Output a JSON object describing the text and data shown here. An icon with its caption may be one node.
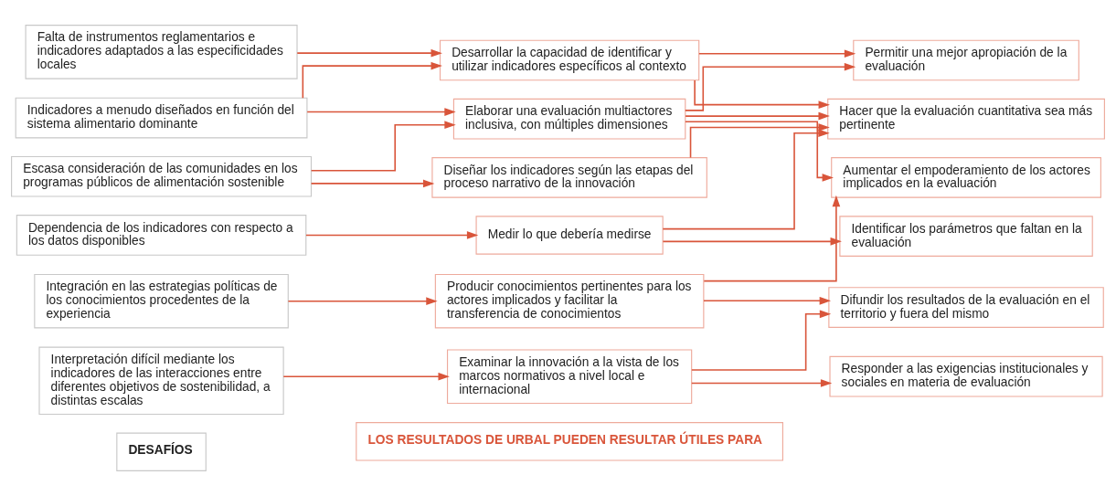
{
  "diagram": {
    "nodes": [
      {
        "text": [
          "DESAFÍOS"
        ]
      },
      {
        "text": [
          "LOS RESULTADOS DE URBAL PUEDEN RESULTAR ÚTILES PARA"
        ]
      },
      {
        "text": [
          "Indicadores a menudo diseñados en función del sistema alimentario dominante"
        ]
      },
      {
        "text": [
          "Falta de instrumentos reglamentarios e indicadores adaptados a las especificidades locales"
        ]
      },
      {
        "text": [
          "Escasa consideración de las comunidades en los programas públicos de alimentación sostenible"
        ]
      },
      {
        "text": [
          "Dependencia de los indicadores con respecto a los datos disponibles"
        ]
      },
      {
        "text": [
          "Integración en las estrategias políticas de los conocimientos procedentes de la experiencia"
        ]
      },
      {
        "text": [
          "Interpretación difícil mediante los indicadores de las interacciones entre diferentes objetivos de sostenibilidad, a distintas escalas"
        ]
      },
      {
        "text": [
          "Desarrollar la capacidad de identificar y utilizar indicadores específicos al contexto"
        ]
      },
      {
        "text": [
          "Elaborar una evaluación multiactores inclusiva, con múltiples dimensiones"
        ]
      },
      {
        "text": [
          "Diseñar los indicadores según las etapas del proceso narrativo de la innovación"
        ]
      },
      {
        "text": [
          "Medir lo que debería medirse"
        ]
      },
      {
        "text": [
          "Producir conocimientos pertinentes para los actores implicados y facilitar la transferencia de conocimientos"
        ]
      },
      {
        "text": [
          "Examinar la innovación a la vista de los marcos normativos a nivel local e internacional"
        ]
      },
      {
        "text": [
          "Hacer que la evaluación cuantitativa sea más pertinente"
        ]
      },
      {
        "text": [
          "Permitir una mejor apropiación de la evaluación"
        ]
      },
      {
        "text": [
          "Aumentar el empoderamiento de los actores implicados en la evaluación"
        ]
      },
      {
        "text": [
          "Identificar los parámetros que faltan en la evaluación"
        ]
      },
      {
        "text": [
          "Difundir los resultados de la evaluación en el territorio y fuera del mismo"
        ]
      },
      {
        "text": [
          "Responder a las exigencias institucionales y sociales en materia de evaluación"
        ]
      }
    ],
    "edges": [
      {
        "from": 2,
        "to": 8,
        "arrow": "to"
      },
      {
        "from": 2,
        "to": 9,
        "arrow": "to"
      },
      {
        "from": 3,
        "to": 8,
        "arrow": "to"
      },
      {
        "from": 4,
        "to": 9,
        "arrow": "to"
      },
      {
        "from": 4,
        "to": 10,
        "arrow": "to"
      },
      {
        "from": 5,
        "to": 11,
        "arrow": "to"
      },
      {
        "from": 6,
        "to": 12,
        "arrow": "to"
      },
      {
        "from": 7,
        "to": 13,
        "arrow": "to"
      },
      {
        "from": 8,
        "to": 14,
        "arrow": "to"
      },
      {
        "from": 8,
        "to": 15,
        "arrow": "to"
      },
      {
        "from": 9,
        "to": 14,
        "arrow": "to"
      },
      {
        "from": 9,
        "to": 15,
        "arrow": "to"
      },
      {
        "from": 9,
        "to": 16,
        "arrow": "to"
      },
      {
        "from": 10,
        "to": 14,
        "arrow": "to"
      },
      {
        "from": 11,
        "to": 14,
        "arrow": "to"
      },
      {
        "from": 11,
        "to": 17,
        "arrow": "to"
      },
      {
        "from": 12,
        "to": 16,
        "arrow": "to"
      },
      {
        "from": 12,
        "to": 18,
        "arrow": "to"
      },
      {
        "from": 13,
        "to": 18,
        "arrow": "to"
      },
      {
        "from": 13,
        "to": 19,
        "arrow": "to"
      }
    ]
  }
}
